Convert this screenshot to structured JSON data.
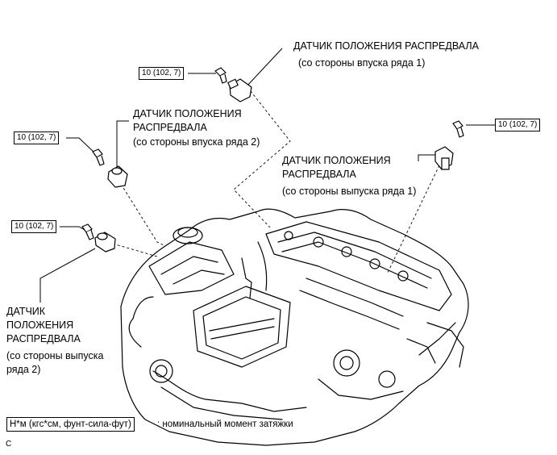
{
  "callouts": {
    "sensor_intake_bank1": {
      "title": "ДАТЧИК ПОЛОЖЕНИЯ РАСПРЕДВАЛА",
      "subtitle": "(со стороны впуска ряда 1)",
      "torque": "10 (102, 7)"
    },
    "sensor_intake_bank2": {
      "title_line1": "ДАТЧИК ПОЛОЖЕНИЯ",
      "title_line2": "РАСПРЕДВАЛА",
      "subtitle": "(со стороны впуска ряда 2)",
      "torque": "10 (102, 7)"
    },
    "sensor_exhaust_bank1": {
      "title_line1": "ДАТЧИК ПОЛОЖЕНИЯ",
      "title_line2": "РАСПРЕДВАЛА",
      "subtitle": "(со стороны выпуска ряда 1)",
      "torque": "10 (102, 7)"
    },
    "sensor_exhaust_bank2": {
      "title_line1": "ДАТЧИК",
      "title_line2": "ПОЛОЖЕНИЯ",
      "title_line3": "РАСПРЕДВАЛА",
      "subtitle_line1": "(со стороны выпуска",
      "subtitle_line2": "ряда 2)",
      "torque": "10 (102, 7)"
    }
  },
  "legend": {
    "unit": "Н*м (кгс*см, фунт-сила-фут)",
    "description": ": номинальный момент затяжки"
  },
  "figure_code": "C"
}
